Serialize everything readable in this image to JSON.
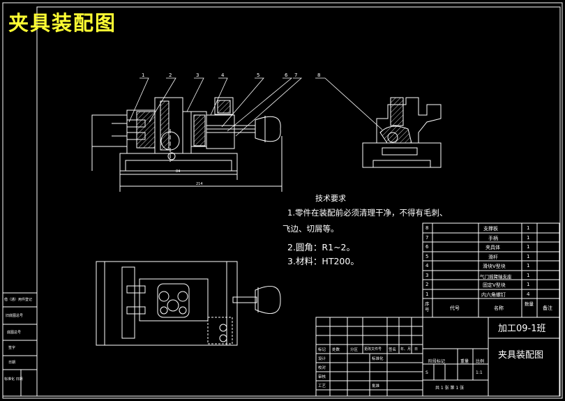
{
  "title": "夹具装配图",
  "balloons": [
    "1",
    "2",
    "3",
    "4",
    "5",
    "6",
    "7",
    "8"
  ],
  "dims": {
    "inner": "84",
    "overall": "214"
  },
  "tech": {
    "heading": "技术要求",
    "line1": "1.零件在装配前必须清理干净，不得有毛刺、",
    "line2": "飞边、切屑等。",
    "line3": "2.圆角：R1~2。",
    "line4": "3.材料：HT200。"
  },
  "parts": [
    {
      "no": "8",
      "name": "支撑板",
      "qty": "1"
    },
    {
      "no": "7",
      "name": "手柄",
      "qty": "1"
    },
    {
      "no": "6",
      "name": "夹具体",
      "qty": "1"
    },
    {
      "no": "5",
      "name": "滑杆",
      "qty": "1"
    },
    {
      "no": "4",
      "name": "滑块V型块",
      "qty": "1"
    },
    {
      "no": "3",
      "name": "气门摇臂轴支座",
      "qty": "1"
    },
    {
      "no": "2",
      "name": "固定V型块",
      "qty": "1"
    },
    {
      "no": "1",
      "name": "内六角螺钉",
      "qty": "4"
    }
  ],
  "parts_header": {
    "no": "序号",
    "code": "代号",
    "name": "名称",
    "qty": "数量",
    "note": "备注"
  },
  "left_strip": [
    "借（通）用件登记",
    "旧底图总号",
    "底图总号",
    "签字",
    "日期",
    "标准化 日期"
  ],
  "titleblock": {
    "class": "加工09-1班",
    "drawing": "夹具装配图",
    "stage_mark": "阶段标记",
    "weight": "重量",
    "scale_label": "比例",
    "scale": "1:1",
    "stage_s": "S",
    "sheets": "共 1 张  第 1 张",
    "rev_mark": "标记",
    "rev_count": "处数",
    "rev_zone": "分区",
    "rev_doc": "更改文件号",
    "rev_sign": "签名",
    "rev_date": "年、月、日",
    "design": "设计",
    "check": "校对",
    "review": "审核",
    "process": "工艺",
    "std": "标准化",
    "approve": "批准"
  }
}
